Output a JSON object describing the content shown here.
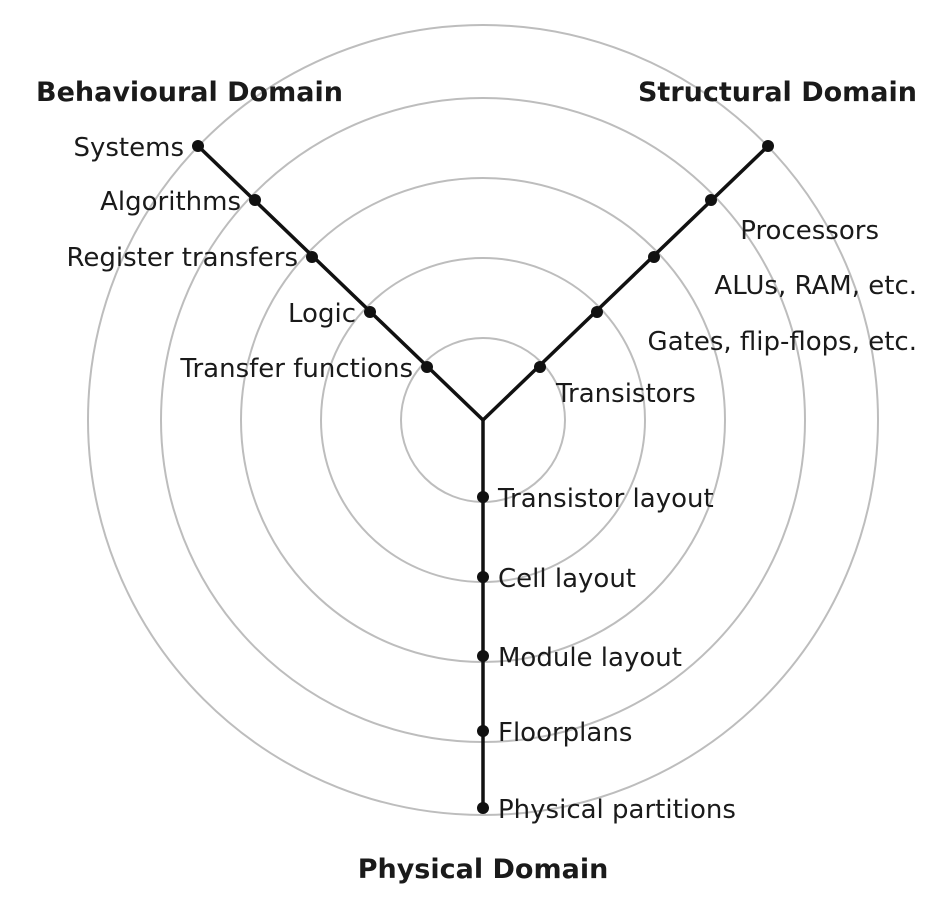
{
  "domains": {
    "behavioural": {
      "title": "Behavioural Domain",
      "levels": [
        "Systems",
        "Algorithms",
        "Register transfers",
        "Logic",
        "Transfer functions"
      ]
    },
    "structural": {
      "title": "Structural Domain",
      "levels": [
        "",
        "Processors",
        "ALUs, RAM, etc.",
        "Gates, flip-flops, etc.",
        "Transistors"
      ]
    },
    "physical": {
      "title": "Physical Domain",
      "levels": [
        "Physical partitions",
        "Floorplans",
        "Module layout",
        "Cell layout",
        "Transistor layout"
      ]
    }
  },
  "colors": {
    "ring": "#bdbdbd",
    "axis": "#111111",
    "text": "#1a1a1a",
    "background": "#ffffff"
  }
}
